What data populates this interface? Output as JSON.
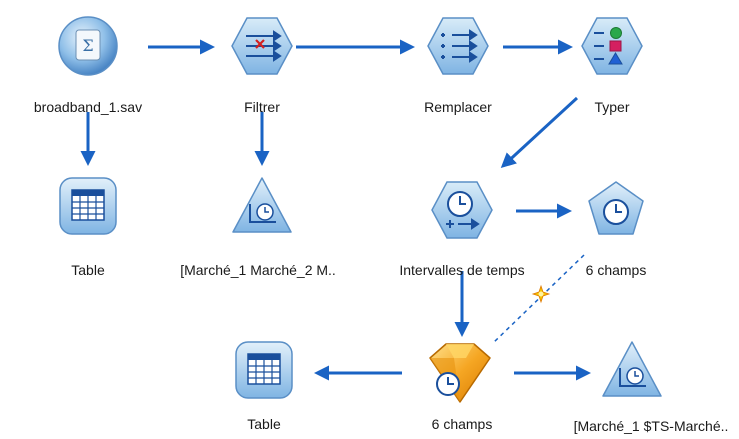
{
  "nodes": {
    "broadband": {
      "label": "broadband_1.sav",
      "icon": "database-source-icon"
    },
    "filtrer": {
      "label": "Filtrer",
      "icon": "filter-icon"
    },
    "remplacer": {
      "label": "Remplacer",
      "icon": "reclassify-icon"
    },
    "typer": {
      "label": "Typer",
      "icon": "type-icon"
    },
    "table1": {
      "label": "Table",
      "icon": "table-icon"
    },
    "timeplot1": {
      "label": "[Marché_1 Marché_2 M..",
      "icon": "time-plot-icon"
    },
    "intervalles": {
      "label": "Intervalles de temps",
      "icon": "time-intervals-icon"
    },
    "sixchamps_model": {
      "label": "6 champs",
      "icon": "time-series-model-icon"
    },
    "sixchamps_nugget": {
      "label": "6 champs",
      "icon": "time-series-nugget-icon"
    },
    "table2": {
      "label": "Table",
      "icon": "table-icon"
    },
    "timeplot2": {
      "label": "[Marché_1 $TS-Marché..",
      "icon": "time-plot-icon"
    }
  },
  "colors": {
    "arrow": "#1a63c4",
    "node_blue": "#7fb4e3",
    "node_teal": "#8ac4d8",
    "nugget_gold": "#f5a623"
  }
}
